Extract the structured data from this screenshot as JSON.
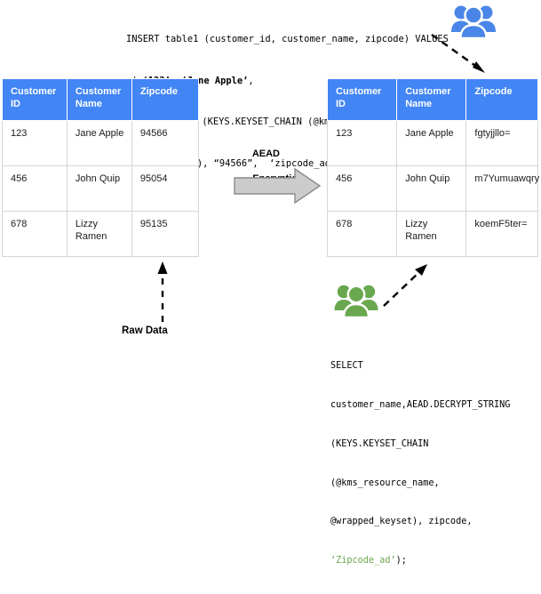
{
  "insert_statement": {
    "name": "insert-sql-statement",
    "line1": "INSERT table1 (customer_id, customer_name, zipcode) VALUES",
    "line2_prefix": "( ",
    "line2_literal1": "‘123’",
    "line2_mid": ", ",
    "line2_literal2": "‘Jane Apple’",
    "line2_suffix": ",",
    "line3": "AEAD.ENCRYPT (KEYS.KEYSET_CHAIN (@kms_resource_name,",
    "line4": "@wrapped_keyset), “94566”,  ‘zipcode_ad’) as zipcode));"
  },
  "select_statement": {
    "name": "select-sql-statement",
    "line1": "SELECT",
    "line2": "customer_name,AEAD.DECRYPT_STRING",
    "line3": "(KEYS.KEYSET_CHAIN",
    "line4": "(@kms_resource_name,",
    "line5": "@wrapped_keyset), zipcode,",
    "line6_literal": "‘Zipcode_ad’",
    "line6_suffix": ");"
  },
  "table_left": {
    "name": "plaintext-customer-table",
    "headers": [
      "Customer ID",
      "Customer Name",
      "Zipcode"
    ],
    "rows": [
      [
        "123",
        "Jane Apple",
        "94566"
      ],
      [
        "456",
        "John Quip",
        "95054"
      ],
      [
        "678",
        "Lizzy Ramen",
        "95135"
      ]
    ]
  },
  "table_right": {
    "name": "encrypted-customer-table",
    "headers": [
      "Customer ID",
      "Customer Name",
      "Zipcode"
    ],
    "rows": [
      [
        "123",
        "Jane Apple",
        "fgtyjjllo="
      ],
      [
        "456",
        "John Quip",
        "m7Yumuawqry"
      ],
      [
        "678",
        "Lizzy Ramen",
        "koemF5ter="
      ]
    ]
  },
  "center_arrow": {
    "name": "aead-encryption-arrow",
    "label_line1": "AEAD",
    "label_line2": "Encryption"
  },
  "raw_data": {
    "name": "raw-data-annotation",
    "label": "Raw Data"
  },
  "icons": {
    "people_blue": "people-group-icon",
    "people_green": "people-group-icon",
    "arrow_right": "block-arrow-right-icon",
    "dashed_arrow_up": "dashed-arrow-up-icon",
    "dashed_arrow_down_right": "dashed-arrow-down-right-icon",
    "dashed_arrow_up_right": "dashed-arrow-up-right-icon"
  },
  "colors": {
    "header_blue": "#4285f4",
    "people_blue": "#4a86e8",
    "people_green": "#6aa84f",
    "literal_green": "#6aa84f",
    "arrow_gray": "#cccccc",
    "border_gray": "#d5d5d5"
  }
}
